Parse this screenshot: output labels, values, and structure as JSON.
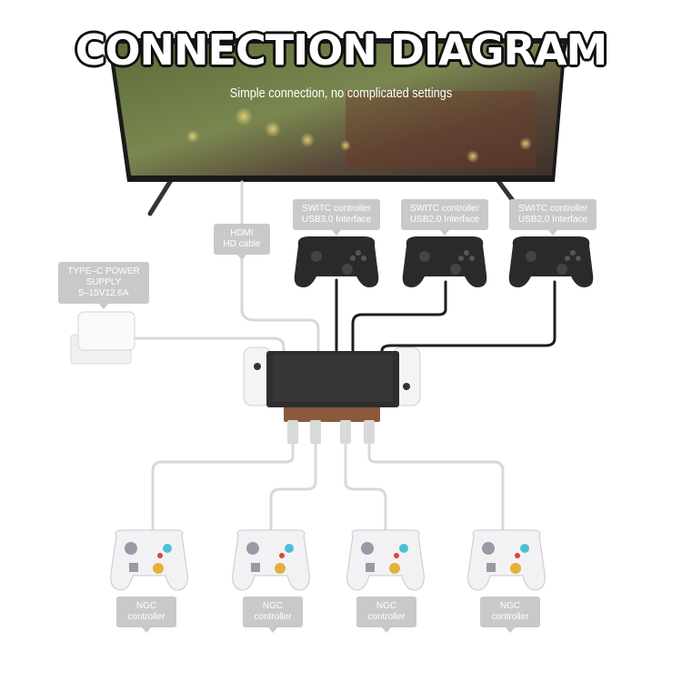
{
  "title": "CONNECTION DIAGRAM",
  "subtitle": "Simple connection, no complicated settings",
  "labels": {
    "hdmi": [
      "HDMI",
      "HD cable"
    ],
    "power": [
      "TYPE–C POWER",
      "SUPPLY",
      "5–15V12.6A"
    ],
    "switch1": [
      "SWITC controller",
      "USB3.0 Interface"
    ],
    "switch2": [
      "SWITC controller",
      "USB2.0 Interface"
    ],
    "switch3": [
      "SWITC controller",
      "USB2.0 Interface"
    ],
    "ngc1": [
      "NGC",
      "controller"
    ],
    "ngc2": [
      "NGC",
      "controller"
    ],
    "ngc3": [
      "NGC",
      "controller"
    ],
    "ngc4": [
      "NGC",
      "controller"
    ]
  },
  "colors": {
    "label_bg": "#c9c9c9",
    "dock": "#2e2e2e",
    "ngc_body": "#f2f2f4",
    "pro_controller": "#2a2a2a"
  }
}
